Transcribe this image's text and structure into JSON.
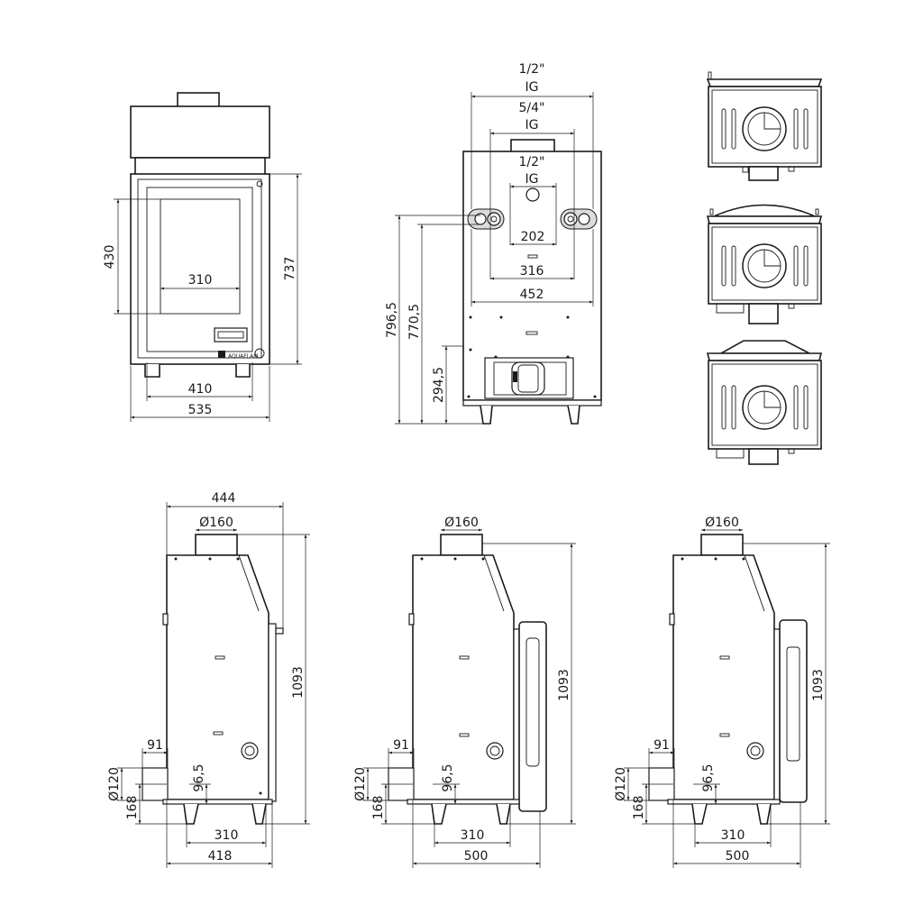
{
  "front": {
    "w410": "410",
    "w535": "535",
    "w310": "310",
    "h430": "430",
    "h737": "737",
    "brand": "AQUAFLAM"
  },
  "rear": {
    "pipe_top_size": "1/2\"",
    "pipe_top_thread": "IG",
    "pipe_mid_size": "5/4\"",
    "pipe_mid_thread": "IG",
    "pipe_low_size": "1/2\"",
    "pipe_low_thread": "IG",
    "w202": "202",
    "w316": "316",
    "w452": "452",
    "h796": "796,5",
    "h770": "770,5",
    "h294": "294,5"
  },
  "side1": {
    "w444": "444",
    "flue": "Ø160",
    "h1093": "1093",
    "d91": "91",
    "d120": "Ø120",
    "h96": "96,5",
    "h168": "168",
    "w310": "310",
    "w418": "418"
  },
  "side2": {
    "flue": "Ø160",
    "h1093": "1093",
    "d91": "91",
    "d120": "Ø120",
    "h96": "96,5",
    "h168": "168",
    "w310": "310",
    "w500": "500"
  },
  "side3": {
    "flue": "Ø160",
    "h1093": "1093",
    "d91": "91",
    "d120": "Ø120",
    "h96": "96,5",
    "h168": "168",
    "w310": "310",
    "w500": "500"
  }
}
